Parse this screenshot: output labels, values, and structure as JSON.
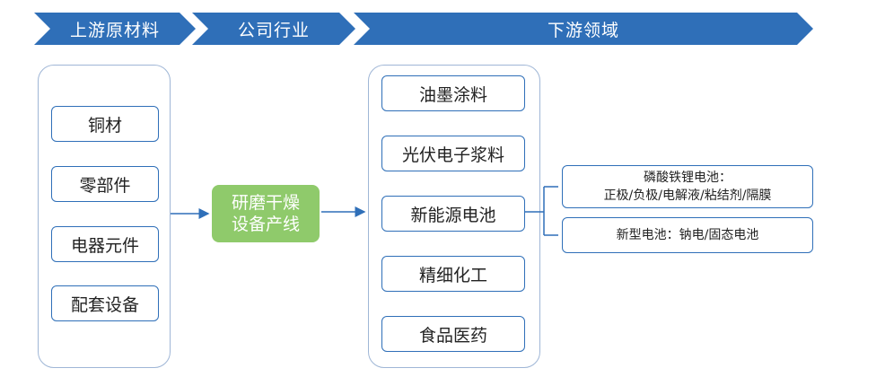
{
  "headers": {
    "upstream": "上游原材料",
    "company": "公司行业",
    "downstream": "下游领域"
  },
  "upstream_items": [
    "铜材",
    "零部件",
    "电器元件",
    "配套设备"
  ],
  "company_box": {
    "line1": "研磨干燥",
    "line2": "设备产线"
  },
  "downstream_items": [
    "油墨涂料",
    "光伏电子浆料",
    "新能源电池",
    "精细化工",
    "食品医药"
  ],
  "battery_details": {
    "item1_line1": "磷酸铁锂电池：",
    "item1_line2": "正极/负极/电解液/粘结剂/隔膜",
    "item2": "新型电池：钠电/固态电池"
  },
  "colors": {
    "header": "#2f6fb8",
    "green": "#8fca6b",
    "panel_border": "#9fb6d6"
  }
}
